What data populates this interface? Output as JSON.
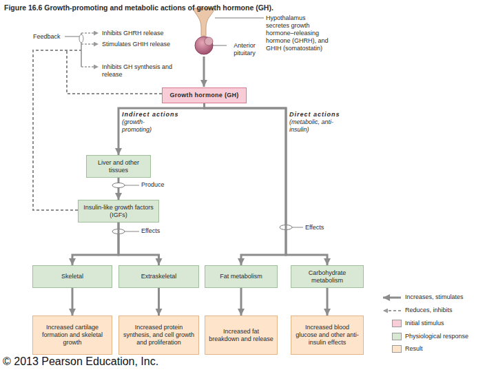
{
  "diagram": {
    "title": "Figure 16.6 Growth-promoting and metabolic actions of growth hormone (GH).",
    "nodes": [
      {
        "text": [
          "Growth hormone (GH)"
        ]
      },
      {
        "text": [
          "Liver and other tissues"
        ]
      },
      {
        "text": [
          "Insulin-like growth factors (IGFs)"
        ]
      },
      {
        "text": [
          "Skeletal"
        ]
      },
      {
        "text": [
          "Extraskeletal"
        ]
      },
      {
        "text": [
          "Fat metabolism"
        ]
      },
      {
        "text": [
          "Carbohydrate metabolism"
        ]
      },
      {
        "text": [
          "Increased cartilage formation and skeletal growth"
        ]
      },
      {
        "text": [
          "Increased protein synthesis, and cell growth and proliferation"
        ]
      },
      {
        "text": [
          "Increased fat breakdown and release"
        ]
      },
      {
        "text": [
          "Increased blood glucose and other anti-insulin effects"
        ]
      }
    ],
    "edges": [
      {
        "from": 0,
        "to": 1,
        "arrow": "to"
      },
      {
        "from": 1,
        "to": 2,
        "label": "Produce",
        "arrow": "to"
      },
      {
        "from": 2,
        "to": 3,
        "label": "Effects",
        "arrow": "to"
      },
      {
        "from": 2,
        "to": 4,
        "arrow": "to"
      },
      {
        "from": 0,
        "to": 5,
        "label": "Effects",
        "arrow": "to"
      },
      {
        "from": 0,
        "to": 6,
        "arrow": "to"
      },
      {
        "from": 3,
        "to": 7,
        "arrow": "to"
      },
      {
        "from": 4,
        "to": 8,
        "arrow": "to"
      },
      {
        "from": 5,
        "to": 9,
        "arrow": "to"
      },
      {
        "from": 6,
        "to": 10,
        "arrow": "to"
      }
    ],
    "labels": [
      "Feedback",
      "Inhibits GHRH release",
      "Stimulates GHIH release",
      "Inhibits GH synthesis and release",
      "Anterior pituitary",
      "Hypothalamus secretes growth hormone–releasing hormone (GHRH), and GHIH (somatostatin)",
      "Indirect actions",
      "(growth-promoting)",
      "Direct actions",
      "(metabolic, anti-insulin)",
      "© 2013 Pearson Education, Inc."
    ],
    "legend": [
      {
        "text": "Increases, stimulates"
      },
      {
        "text": "Reduces, inhibits"
      },
      {
        "text": "Initial stimulus",
        "color": "#f9cdd8"
      },
      {
        "text": "Physiological response",
        "color": "#d9e8d5"
      },
      {
        "text": "Result",
        "color": "#fde4cb"
      }
    ]
  }
}
